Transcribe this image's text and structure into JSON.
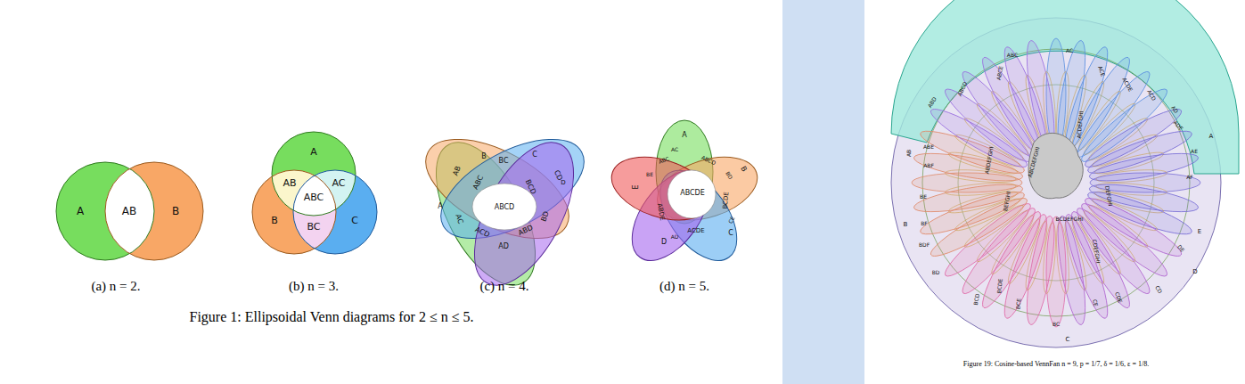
{
  "diagram": {
    "caption": "Figure 1: Ellipsoidal Venn diagrams for 2 ≤ n ≤ 5.",
    "labels": [
      "A",
      "AB",
      "B",
      "(a) n = 2.",
      "A",
      "AB",
      "AC",
      "ABC",
      "B",
      "BC",
      "C",
      "(b) n = 3.",
      "B",
      "BC",
      "C",
      "AB",
      "ABC",
      "BCD",
      "CD",
      "A",
      "ABCD",
      "D",
      "AC",
      "ACD",
      "ABD",
      "BD",
      "AD",
      "(c) n = 4.",
      "A",
      "AC",
      "ABC",
      "ABCD",
      "B",
      "E",
      "ABCDE",
      "BCDE",
      "ABDE",
      "BD",
      "CE",
      "ACDE",
      "AD",
      "C",
      "D",
      "BE",
      "(d) n = 5.",
      "ABC",
      "AC",
      "ABD",
      "ABCD",
      "ABCE",
      "ACE",
      "ACDE",
      "ACD",
      "AD",
      "ADE",
      "AE",
      "A",
      "AB",
      "ABE",
      "ABF",
      "AF",
      "B",
      "BE",
      "BF",
      "BDF",
      "BD",
      "BCD",
      "BCDE",
      "BCE",
      "BC",
      "C",
      "CE",
      "CDE",
      "CD",
      "D",
      "DE",
      "E",
      "ABCDEFGHI",
      "ACDEFGHI",
      "BCDEFGHI",
      "CDEFGHI",
      "DEFGHI",
      "BEFGHI",
      "ABDEFGHI",
      "Figure 19: Cosine-based VennFan n = 9, p = 1/7, δ = 1/6, ε = 1/8."
    ]
  }
}
